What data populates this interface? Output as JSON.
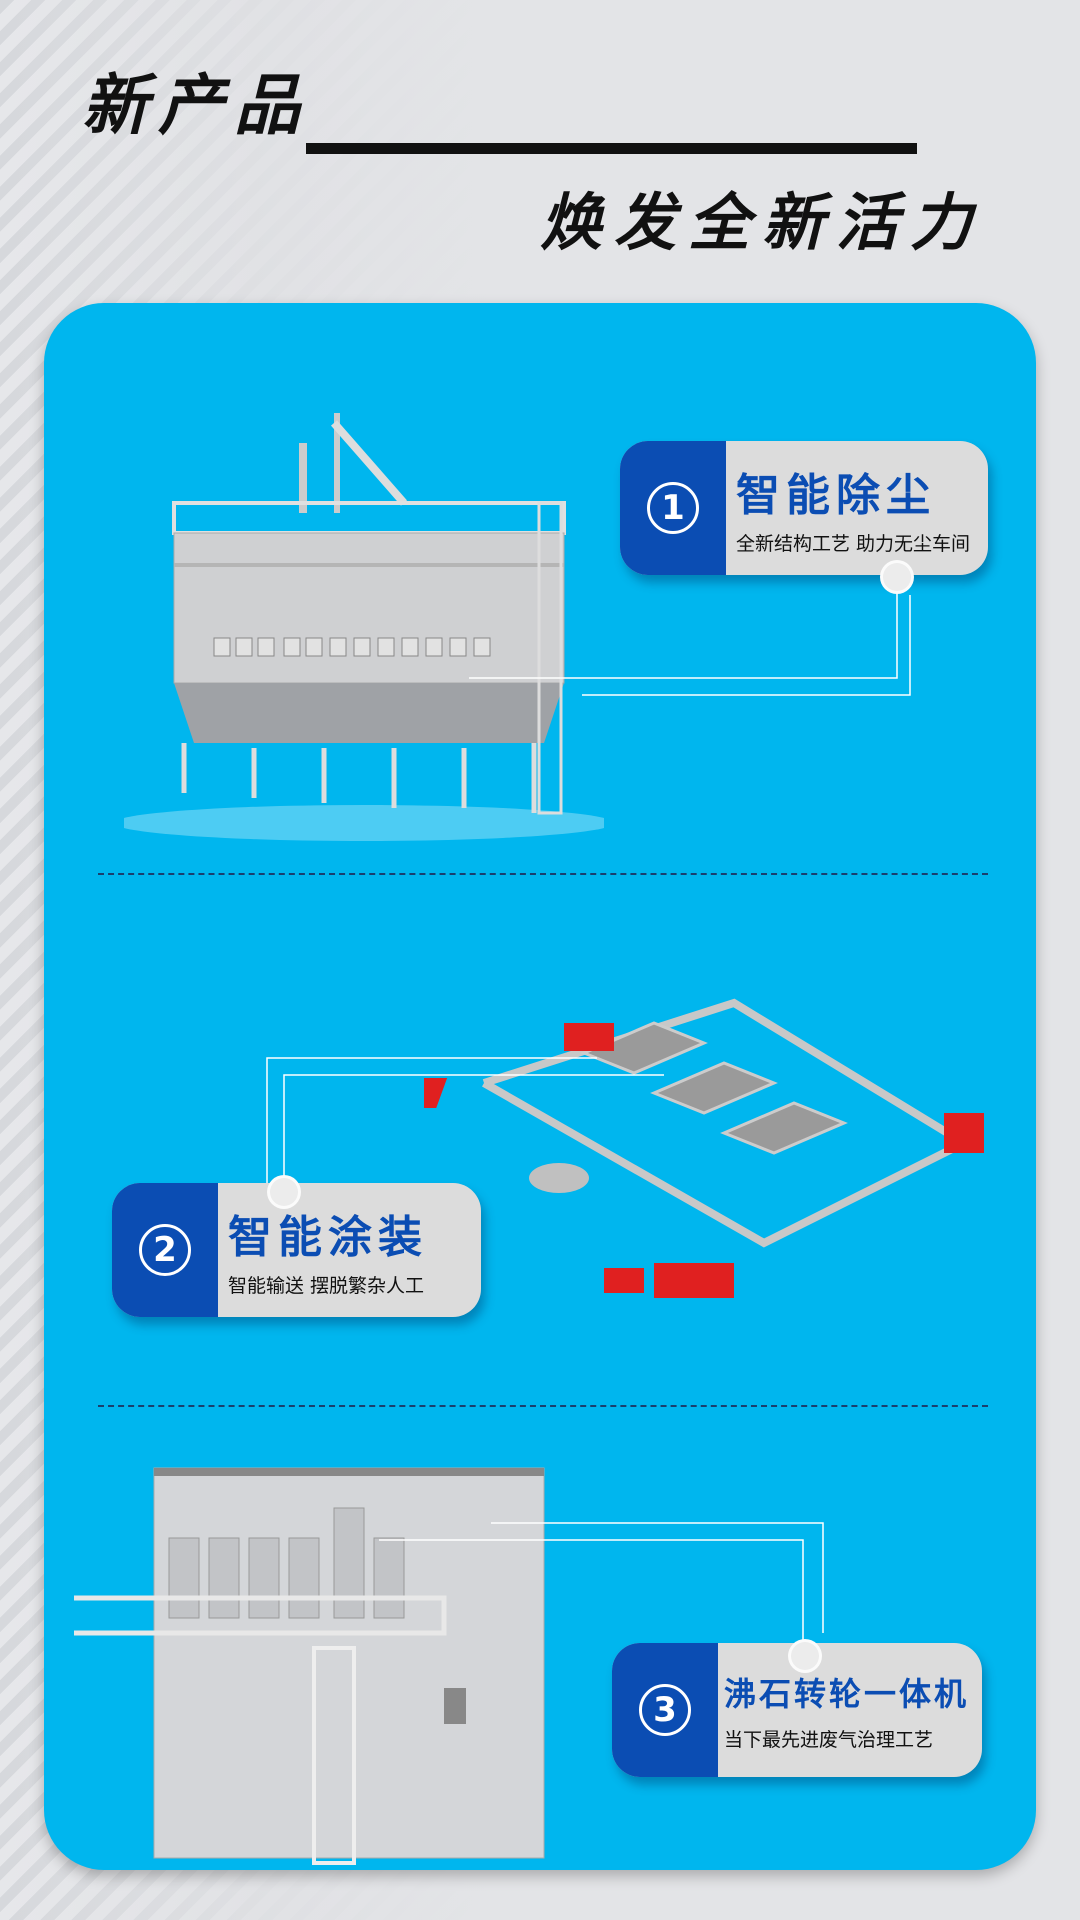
{
  "header": {
    "title": "新产品",
    "subtitle": "焕发全新活力"
  },
  "products": [
    {
      "number": "1",
      "title": "智能除尘",
      "desc": "全新结构工艺 助力无尘车间"
    },
    {
      "number": "2",
      "title": "智能涂装",
      "desc": "智能输送 摆脱繁杂人工"
    },
    {
      "number": "3",
      "title": "沸石转轮一体机",
      "desc": "当下最先进废气治理工艺"
    }
  ],
  "colors": {
    "panel": "#00b6ee",
    "accent": "#0b4db3",
    "card": "#dcdcdc",
    "highlight": "#e02020"
  }
}
